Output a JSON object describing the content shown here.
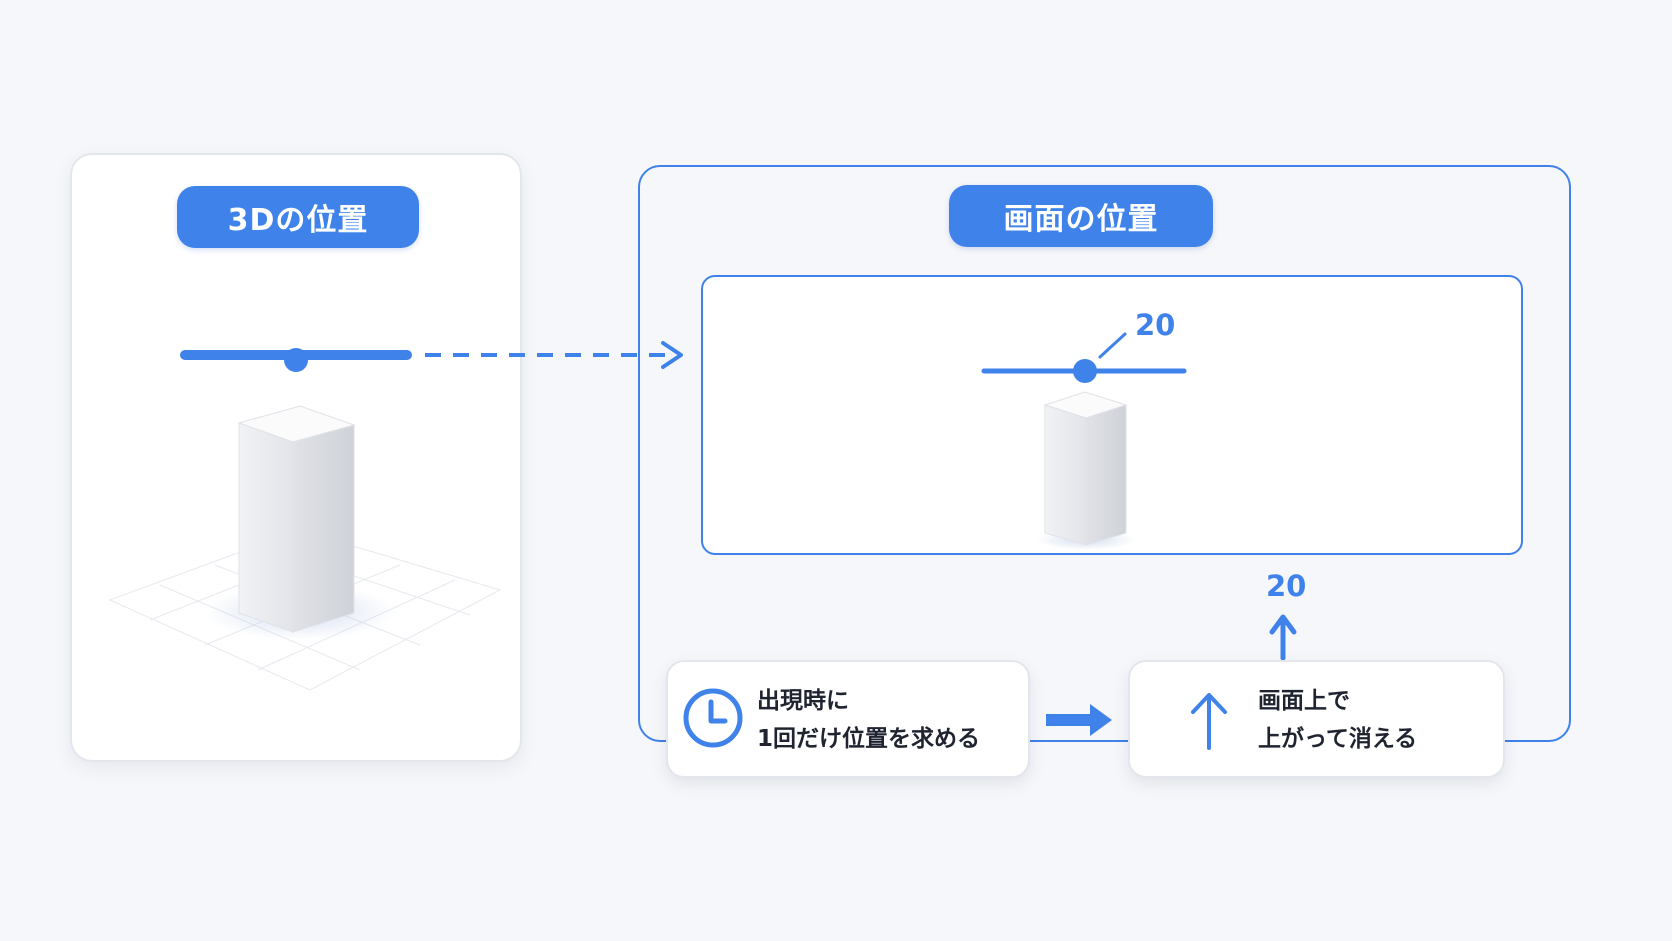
{
  "left_panel": {
    "title": "3Dの位置"
  },
  "right_panel": {
    "title": "画面の位置",
    "label_top": "20",
    "label_bottom": "20"
  },
  "steps": [
    {
      "icon": "clock-icon",
      "line1": "出現時に",
      "line2": "1回だけ位置を求める"
    },
    {
      "icon": "up-arrow-icon",
      "line1": "画面上で",
      "line2": "上がって消える"
    }
  ],
  "colors": {
    "accent": "#3f82ea",
    "text": "#1f2430",
    "background": "#f6f7fa",
    "card_border": "#e3e6ec"
  }
}
